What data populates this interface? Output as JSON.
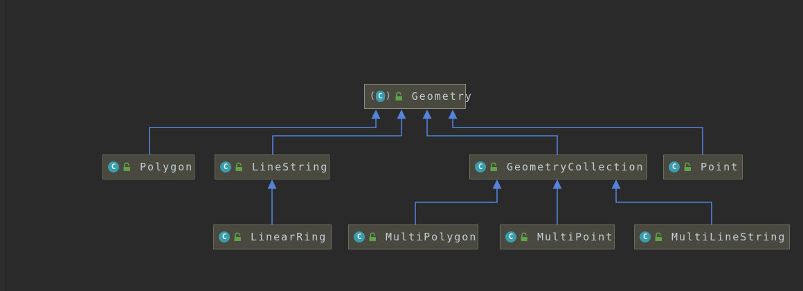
{
  "diagram": {
    "type": "class-inheritance-diagram",
    "nodes": [
      {
        "id": "geometry",
        "label": "Geometry",
        "icon": "abstract-class-icon",
        "modifier_icon": "unlocked-icon"
      },
      {
        "id": "polygon",
        "label": "Polygon",
        "icon": "class-icon",
        "modifier_icon": "unlocked-icon"
      },
      {
        "id": "linestring",
        "label": "LineString",
        "icon": "class-icon",
        "modifier_icon": "unlocked-icon"
      },
      {
        "id": "geometrycollection",
        "label": "GeometryCollection",
        "icon": "class-icon",
        "modifier_icon": "unlocked-icon"
      },
      {
        "id": "point",
        "label": "Point",
        "icon": "class-icon",
        "modifier_icon": "unlocked-icon"
      },
      {
        "id": "linearring",
        "label": "LinearRing",
        "icon": "class-icon",
        "modifier_icon": "unlocked-icon"
      },
      {
        "id": "multipolygon",
        "label": "MultiPolygon",
        "icon": "class-icon",
        "modifier_icon": "unlocked-icon"
      },
      {
        "id": "multipoint",
        "label": "MultiPoint",
        "icon": "class-icon",
        "modifier_icon": "unlocked-icon"
      },
      {
        "id": "multilinestring",
        "label": "MultiLineString",
        "icon": "class-icon",
        "modifier_icon": "unlocked-icon"
      }
    ],
    "edges": [
      {
        "from": "Polygon",
        "to": "Geometry",
        "relation": "extends"
      },
      {
        "from": "LineString",
        "to": "Geometry",
        "relation": "extends"
      },
      {
        "from": "GeometryCollection",
        "to": "Geometry",
        "relation": "extends"
      },
      {
        "from": "Point",
        "to": "Geometry",
        "relation": "extends"
      },
      {
        "from": "LinearRing",
        "to": "LineString",
        "relation": "extends"
      },
      {
        "from": "MultiPolygon",
        "to": "GeometryCollection",
        "relation": "extends"
      },
      {
        "from": "MultiPoint",
        "to": "GeometryCollection",
        "relation": "extends"
      },
      {
        "from": "MultiLineString",
        "to": "GeometryCollection",
        "relation": "extends"
      }
    ],
    "icon_glyph": "C",
    "abstract_paren_open": "(",
    "abstract_paren_close": ")"
  },
  "colors": {
    "background": "#2a2a2a",
    "node_fill": "#4a4940",
    "node_border": "#6c6c61",
    "root_node_border": "#8d8d83",
    "node_text": "#c3cdd6",
    "edge": "#5582dc",
    "class_icon": "#3b9cab",
    "lock_icon": "#62a14c"
  }
}
